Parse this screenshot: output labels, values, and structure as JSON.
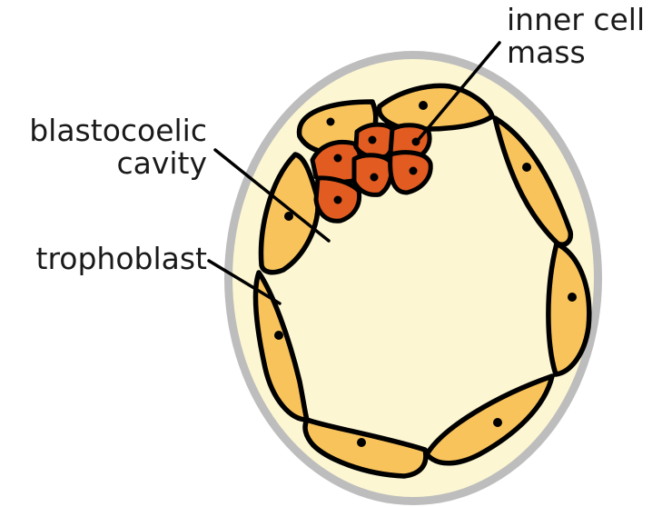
{
  "diagram": {
    "labels": {
      "inner_cell_mass_line1": "inner cell",
      "inner_cell_mass_line2": "mass",
      "blastocoelic_line1": "blastocoelic",
      "blastocoelic_line2": "cavity",
      "trophoblast": "trophoblast"
    },
    "colors": {
      "zona_pellucida": "#bdbdbd",
      "cavity": "#fcf6d2",
      "trophoblast_cell": "#f9c35b",
      "inner_cell_mass_cell": "#e25b20",
      "outline": "#000000",
      "label_text": "#1a1a1a"
    }
  }
}
